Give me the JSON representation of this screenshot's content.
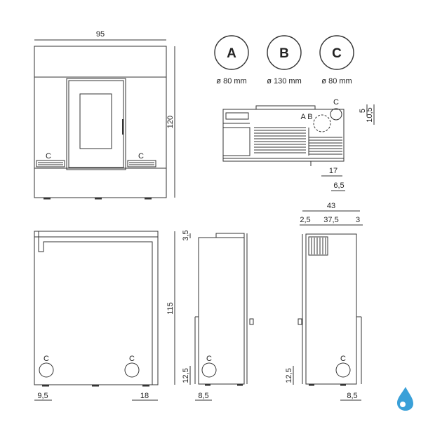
{
  "dimensions": {
    "front_width": "95",
    "front_height": "120",
    "rear_height": "115",
    "rear_left_offset": "9,5",
    "rear_right_offset": "18",
    "rear_bottom_height": "12,5",
    "side_top_offset": "3,5",
    "side_bottom_height": "12,5",
    "side_depth_a": "8,5",
    "side_depth_b": "8,5",
    "side_total_depth": "43",
    "side_depth_left": "2,5",
    "side_depth_mid": "37,5",
    "side_depth_right": "3",
    "top_offset_5": "5",
    "top_offset_10_5": "10,5",
    "top_offset_17": "17",
    "top_offset_6_5": "6,5"
  },
  "outlets": [
    {
      "letter": "A",
      "diameter": "ø 80 mm"
    },
    {
      "letter": "B",
      "diameter": "ø 130 mm"
    },
    {
      "letter": "C",
      "diameter": "ø 80 mm"
    }
  ],
  "labels": {
    "c": "C",
    "ab": "A B"
  },
  "colors": {
    "line": "#333333",
    "brand_blue": "#3aa0d8"
  },
  "logo_icon": "flame-drop-icon"
}
